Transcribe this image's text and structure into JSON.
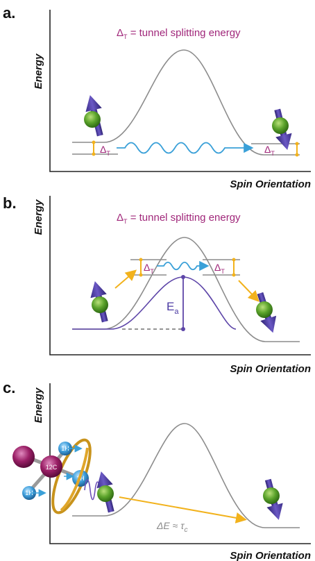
{
  "panels": [
    {
      "label": "a.",
      "y_axis": "Energy",
      "x_axis": "Spin Orientation",
      "title_prefix": "Δ",
      "title_sub": "T",
      "title_rest": " = tunnel splitting energy",
      "delta_left": "Δ",
      "delta_left_sub": "T",
      "delta_right": "Δ",
      "delta_right_sub": "T"
    },
    {
      "label": "b.",
      "y_axis": "Energy",
      "x_axis": "Spin Orientation",
      "title_prefix": "Δ",
      "title_sub": "T",
      "title_rest": " = tunnel splitting energy",
      "delta_left": "Δ",
      "delta_left_sub": "T",
      "delta_right": "Δ",
      "delta_right_sub": "T",
      "barrier_label": "E",
      "barrier_sub": "a"
    },
    {
      "label": "c.",
      "y_axis": "Energy",
      "x_axis": "Spin Orientation",
      "carbon_label": "12C",
      "hydrogen_labels": [
        "1H",
        "1H",
        "1H"
      ],
      "relaxation_label": "ΔE ≈ τ",
      "relaxation_sub": "c"
    }
  ],
  "colors": {
    "magenta_text": "#a0277a",
    "spin_arrow": "#4b3aa3",
    "atom_green": "#5aa22a",
    "tunnel_wave": "#3aa0d8",
    "transition_arrow": "#f2b21c",
    "curve_gray": "#8c8c8c",
    "barrier_purple": "#5d45a8",
    "carbon_magenta": "#9a1f66",
    "hydrogen_blue": "#3f9fdc",
    "ring_gold": "#c8931c"
  }
}
